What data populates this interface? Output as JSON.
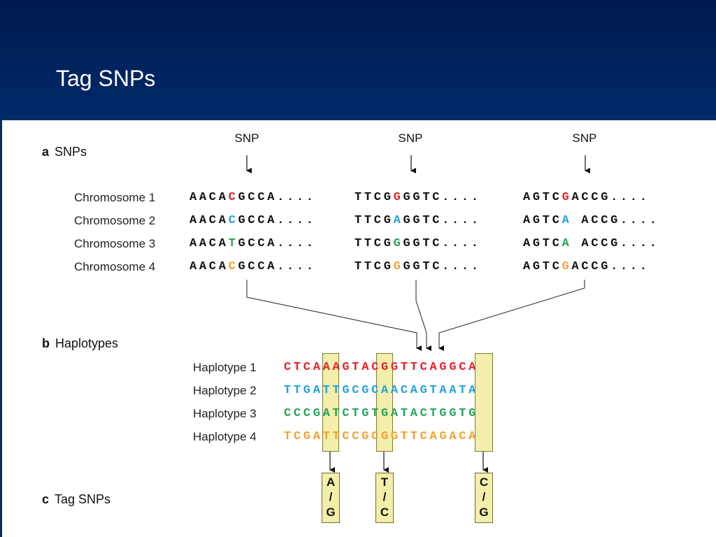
{
  "header": {
    "title": "Tag SNPs"
  },
  "sections": {
    "a": {
      "letter": "a",
      "label": "SNPs"
    },
    "b": {
      "letter": "b",
      "label": "Haplotypes"
    },
    "c": {
      "letter": "c",
      "label": "Tag SNPs"
    }
  },
  "snp_marker_label": "SNP",
  "colors": {
    "A": "#1fa2dd",
    "C": "#e8202a",
    "G": "#f2a22d",
    "T": "#23a35a",
    "black": "#111111",
    "highlight": "#f3efaa"
  },
  "chromosomes": [
    {
      "label": "Chromosome 1",
      "segments": [
        "AACA",
        "C",
        "GCCA....",
        "TTCG",
        "G",
        "GGTC....",
        "AGTC",
        "G",
        "ACCG...."
      ]
    },
    {
      "label": "Chromosome 2",
      "segments": [
        "AACA",
        "C",
        "GCCA....",
        "TTCG",
        "A",
        "GGTC....",
        "AGTC",
        "A",
        " ACCG...."
      ]
    },
    {
      "label": "Chromosome 3",
      "segments": [
        "AACA",
        "T",
        "GCCA....",
        "TTCG",
        "G",
        "GGTC....",
        "AGTC",
        "A",
        " ACCG...."
      ]
    },
    {
      "label": "Chromosome 4",
      "segments": [
        "AACA",
        "C",
        "GCCA....",
        "TTCG",
        "G",
        "GGTC....",
        "AGTC",
        "G",
        "ACCG...."
      ]
    }
  ],
  "snp_colors": [
    [
      "#e8202a",
      "#e8202a",
      "#e8202a"
    ],
    [
      "#1fa2dd",
      "#1fa2dd",
      "#1fa2dd"
    ],
    [
      "#23a35a",
      "#23a35a",
      "#23a35a"
    ],
    [
      "#f2a22d",
      "#f2a22d",
      "#f2a22d"
    ]
  ],
  "haplotypes": [
    {
      "label": "Haplotype 1",
      "sequence": "CTCAAAGTACGGTTCAGGCA",
      "color": "#e8202a"
    },
    {
      "label": "Haplotype 2",
      "sequence": "TTGATTGCGCAACAGTAATA",
      "color": "#1fa2dd"
    },
    {
      "label": "Haplotype 3",
      "sequence": "CCCGATCTGTGATACTGGTG",
      "color": "#23a35a"
    },
    {
      "label": "Haplotype 4",
      "sequence": "TCGATTCCGCGGTTCAGACA",
      "color": "#f2a22d"
    }
  ],
  "tag_snps": [
    {
      "top": "A",
      "sep": "/",
      "bottom": "G"
    },
    {
      "top": "T",
      "sep": "/",
      "bottom": "C"
    },
    {
      "top": "C",
      "sep": "/",
      "bottom": "G"
    }
  ]
}
